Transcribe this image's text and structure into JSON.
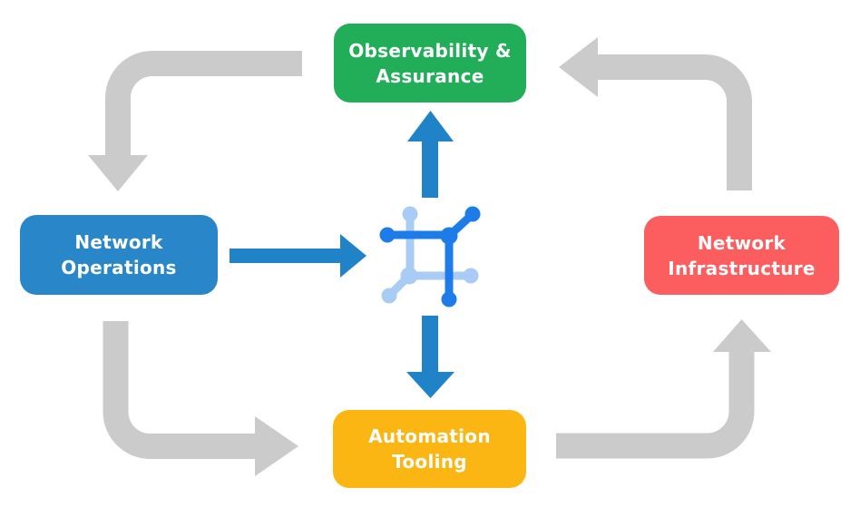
{
  "diagram": {
    "description_nodes": {
      "observability": {
        "label": "Observability &\nAssurance"
      },
      "operations": {
        "label": "Network\nOperations"
      },
      "infrastructure": {
        "label": "Network\nInfrastructure"
      },
      "automation": {
        "label": "Automation\nTooling"
      }
    },
    "icons": {
      "center": "network-mesh-icon"
    },
    "colors": {
      "observability": "#22AE58",
      "operations": "#2986C8",
      "infrastructure": "#FC5D5E",
      "automation": "#FCB614",
      "flow_arrow": "#CBCBCB",
      "data_arrow": "#2183C7",
      "icon_dark": "#1E7CE8",
      "icon_light": "#A9CCF5",
      "label_text": "#FFFFFF"
    }
  }
}
